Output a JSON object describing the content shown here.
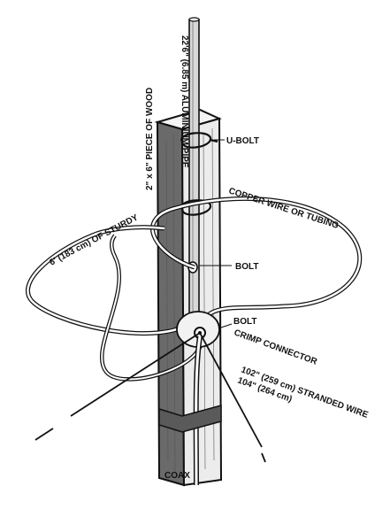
{
  "diagram": {
    "labels": {
      "pipe": "22'6\" (6.85 m) ALUMINIUM PIPE",
      "wood": "2\" x 6\" PIECE OF WOOD",
      "ubolt": "U-BOLT",
      "copper": "COPPER WIRE OR TUBING",
      "sturdy": "6' (183 cm) OF STURDY",
      "bolt_upper": "BOLT",
      "bolt_lower": "BOLT",
      "crimp": "CRIMP CONNECTOR",
      "stranded_1": "102\" (259 cm) STRANDED WIRE",
      "stranded_2": "104\" (264 cm)",
      "coax": "COAX"
    }
  }
}
